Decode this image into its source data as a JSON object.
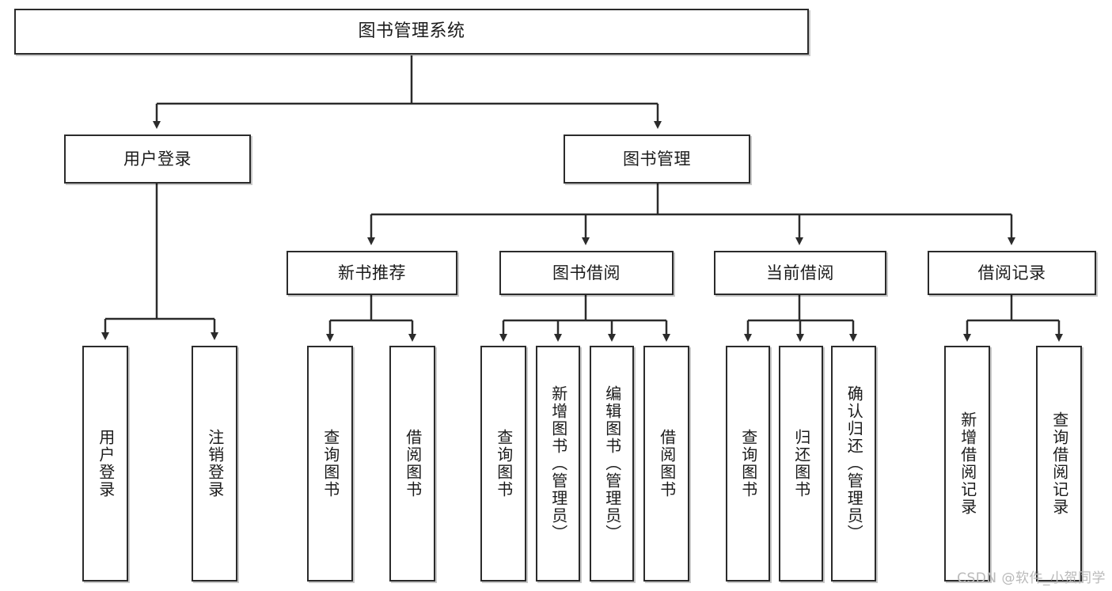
{
  "diagram": {
    "title": "图书管理系统",
    "type": "tree-hierarchy-diagram",
    "watermark": "CSDN @软件_小贺同学",
    "colors": {
      "box_border": "#2b2b2b",
      "box_fill": "#ffffff",
      "edge": "#2b2b2b",
      "text": "#1b1b1b",
      "watermark": "#b9b9b9"
    },
    "levels": {
      "root": {
        "label": "图书管理系统"
      },
      "level2": [
        {
          "label": "用户登录"
        },
        {
          "label": "图书管理"
        }
      ],
      "level3": [
        {
          "label": "新书推荐"
        },
        {
          "label": "图书借阅"
        },
        {
          "label": "当前借阅"
        },
        {
          "label": "借阅记录"
        }
      ],
      "leaves": {
        "user_login": [
          {
            "label": "用户登录"
          },
          {
            "label": "注销登录"
          }
        ],
        "new_book_recommend": [
          {
            "label": "查询图书"
          },
          {
            "label": "借阅图书"
          }
        ],
        "book_borrow": [
          {
            "label": "查询图书"
          },
          {
            "label": "新增图书（管理员）"
          },
          {
            "label": "编辑图书（管理员）"
          },
          {
            "label": "借阅图书"
          }
        ],
        "current_borrow": [
          {
            "label": "查询图书"
          },
          {
            "label": "归还图书"
          },
          {
            "label": "确认归还（管理员）"
          }
        ],
        "borrow_record": [
          {
            "label": "新增借阅记录"
          },
          {
            "label": "查询借阅记录"
          }
        ]
      }
    }
  }
}
